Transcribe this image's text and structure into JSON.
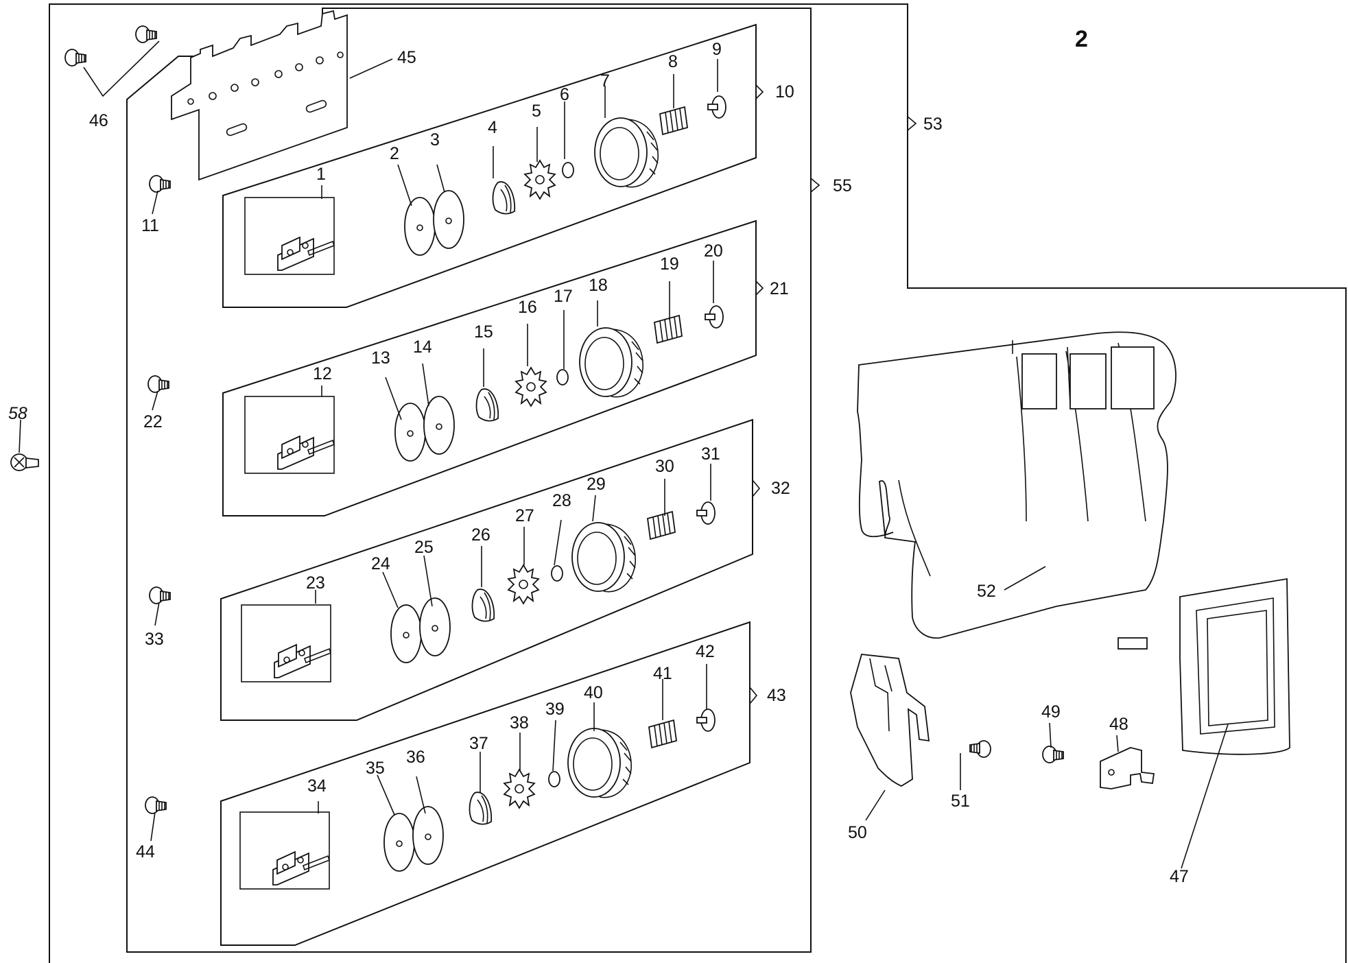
{
  "page_number": "2",
  "callouts": [
    "1",
    "2",
    "3",
    "4",
    "5",
    "6",
    "7",
    "8",
    "9",
    "10",
    "11",
    "12",
    "13",
    "14",
    "15",
    "16",
    "17",
    "18",
    "19",
    "20",
    "21",
    "22",
    "23",
    "24",
    "25",
    "26",
    "27",
    "28",
    "29",
    "30",
    "31",
    "32",
    "33",
    "34",
    "35",
    "36",
    "37",
    "38",
    "39",
    "40",
    "41",
    "42",
    "43",
    "44",
    "45",
    "46",
    "47",
    "48",
    "49",
    "50",
    "51",
    "52",
    "53",
    "55",
    "58"
  ]
}
